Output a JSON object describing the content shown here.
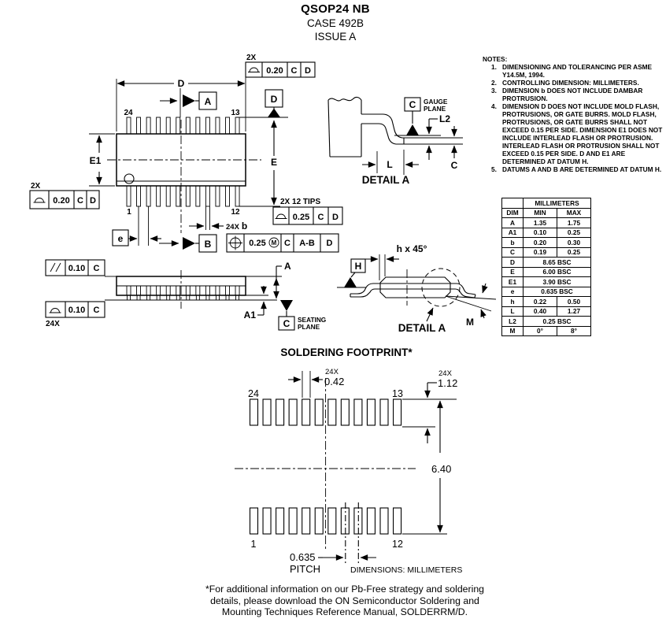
{
  "header": {
    "line1": "QSOP24 NB",
    "line2": "CASE 492B",
    "line3": "ISSUE A"
  },
  "colors": {
    "ink": "#000000",
    "paper": "#ffffff"
  },
  "drawing": {
    "top_view": {
      "qty_top": "2X",
      "fcf_top_tol": "0.20",
      "fcf_top_d1": "C",
      "fcf_top_d2": "D",
      "qty_left": "2X",
      "fcf_left_tol": "0.20",
      "fcf_left_d1": "C",
      "fcf_left_d2": "D",
      "dim_d": "D",
      "datum_a": "A",
      "datum_d": "D",
      "dim_e": "E",
      "dim_e1": "E1",
      "pin24": "24",
      "pin13": "13",
      "pin1": "1",
      "pin12": "12",
      "tips_qty": "2X 12 TIPS",
      "fcf_tips_tol": "0.25",
      "fcf_tips_d1": "C",
      "fcf_tips_d2": "D",
      "b_qty": "24X",
      "b_dim": "b",
      "fcf_pos_tol": "0.25",
      "fcf_pos_mod": "M",
      "fcf_pos_d1": "C",
      "fcf_pos_d2": "A-B",
      "fcf_pos_d3": "D",
      "dim_e_pitch": "e",
      "datum_b": "B"
    },
    "side_view": {
      "fcf_par_tol": "0.10",
      "fcf_par_d1": "C",
      "fcf_prof_tol": "0.10",
      "fcf_prof_d1": "C",
      "qty_24x": "24X",
      "dim_a": "A",
      "dim_a1": "A1",
      "datum_c": "C",
      "seating1": "SEATING",
      "seating2": "PLANE"
    },
    "detail_top": {
      "datum_c": "C",
      "gauge1": "GAUGE",
      "gauge2": "PLANE",
      "dim_l2": "L2",
      "dim_l": "L",
      "dim_c": "C",
      "label": "DETAIL A"
    },
    "detail_bot": {
      "dim_h": "h x 45°",
      "datum_h": "H",
      "dim_m": "M",
      "label": "DETAIL A"
    }
  },
  "notes": {
    "heading": "NOTES:",
    "items": [
      {
        "n": "1.",
        "t": "DIMENSIONING AND TOLERANCING PER ASME Y14.5M, 1994."
      },
      {
        "n": "2.",
        "t": "CONTROLLING DIMENSION: MILLIMETERS."
      },
      {
        "n": "3.",
        "t": "DIMENSION b DOES NOT INCLUDE DAMBAR PROTRUSION."
      },
      {
        "n": "4.",
        "t": "DIMENSION D DOES NOT INCLUDE MOLD FLASH, PROTRUSIONS, OR GATE BURRS. MOLD FLASH, PROTRUSIONS, OR GATE BURRS SHALL NOT EXCEED 0.15 PER SIDE. DIMENSION E1 DOES NOT INCLUDE INTERLEAD FLASH OR PROTRUSION. INTERLEAD FLASH OR PROTRUSION SHALL NOT EXCEED 0.15 PER SIDE. D AND E1 ARE DETERMINED AT DATUM H."
      },
      {
        "n": "5.",
        "t": "DATUMS A AND B ARE DETERMINED AT DATUM H."
      }
    ]
  },
  "dim_table": {
    "title": "MILLIMETERS",
    "col_dim": "DIM",
    "col_min": "MIN",
    "col_max": "MAX",
    "rows": [
      {
        "d": "A",
        "min": "1.35",
        "max": "1.75"
      },
      {
        "d": "A1",
        "min": "0.10",
        "max": "0.25"
      },
      {
        "d": "b",
        "min": "0.20",
        "max": "0.30"
      },
      {
        "d": "C",
        "min": "0.19",
        "max": "0.25"
      },
      {
        "d": "D",
        "span": "8.65 BSC"
      },
      {
        "d": "E",
        "span": "6.00 BSC"
      },
      {
        "d": "E1",
        "span": "3.90 BSC"
      },
      {
        "d": "e",
        "span": "0.635 BSC"
      },
      {
        "d": "h",
        "min": "0.22",
        "max": "0.50"
      },
      {
        "d": "L",
        "min": "0.40",
        "max": "1.27"
      },
      {
        "d": "L2",
        "span": "0.25 BSC"
      },
      {
        "d": "M",
        "min": "0°",
        "max": "8°"
      }
    ]
  },
  "footprint": {
    "title": "SOLDERING FOOTPRINT*",
    "qty_a": "24X",
    "val_a": "0.42",
    "qty_b": "24X",
    "val_b": "1.12",
    "span": "6.40",
    "pitch_val": "0.635",
    "pitch_word": "PITCH",
    "pin24": "24",
    "pin13": "13",
    "pin1": "1",
    "pin12": "12",
    "units": "DIMENSIONS: MILLIMETERS"
  },
  "footer": {
    "line1": "*For additional information on our Pb-Free strategy and soldering",
    "line2": "details, please download the ON Semiconductor Soldering and",
    "line3": "Mounting Techniques Reference Manual, SOLDERRM/D."
  }
}
